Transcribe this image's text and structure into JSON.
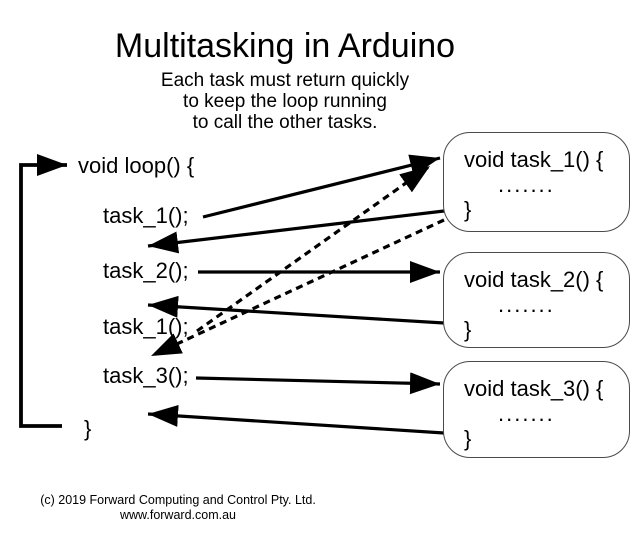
{
  "title": "Multitasking in Arduino",
  "subtitle_lines": [
    "Each task must return quickly",
    "to keep the loop running",
    "to call the other tasks."
  ],
  "loop_code": {
    "header": "void loop() {",
    "calls": [
      "task_1();",
      "task_2();",
      "task_1();",
      "task_3();"
    ],
    "close_brace": "}"
  },
  "task_boxes": [
    {
      "header": "void task_1() {",
      "body": ".......",
      "close_brace": "}"
    },
    {
      "header": "void task_2() {",
      "body": ".......",
      "close_brace": "}"
    },
    {
      "header": "void task_3() {",
      "body": ".......",
      "close_brace": "}"
    }
  ],
  "footer": {
    "copyright": "(c) 2019 Forward Computing and Control Pty. Ltd.",
    "website": "www.forward.com.au"
  },
  "colors": {
    "foreground": "#000000",
    "background": "#ffffff",
    "box_border": "#4a4a4a"
  }
}
